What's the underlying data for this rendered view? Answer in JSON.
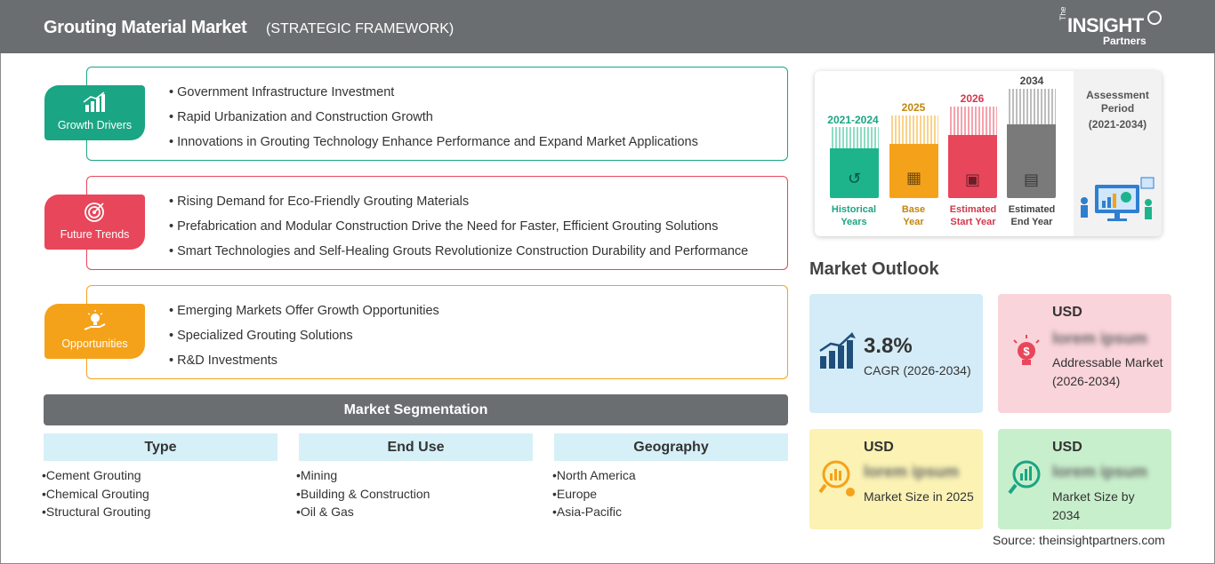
{
  "header": {
    "title": "Grouting Material Market",
    "subtitle": "(STRATEGIC FRAMEWORK)",
    "logo_the": "The",
    "logo_brand": "INSIGHT",
    "logo_partners": "Partners"
  },
  "factors": [
    {
      "label": "Growth Drivers",
      "color": "#1aa584",
      "icon": "bar-growth-icon",
      "items": [
        "Government Infrastructure Investment",
        "Rapid Urbanization and Construction Growth",
        "Innovations in Grouting Technology Enhance Performance and Expand Market Applications"
      ]
    },
    {
      "label": "Future Trends",
      "color": "#e8465a",
      "icon": "target-icon",
      "items": [
        "Rising Demand for Eco-Friendly Grouting Materials",
        "Prefabrication and Modular Construction Drive the Need for Faster, Efficient Grouting Solutions",
        "Smart Technologies and Self-Healing Grouts Revolutionize Construction Durability and Performance"
      ]
    },
    {
      "label": "Opportunities",
      "color": "#f5a21b",
      "icon": "lightbulb-hand-icon",
      "items": [
        "Emerging Markets Offer Growth Opportunities",
        "Specialized Grouting Solutions",
        "R&D Investments"
      ]
    }
  ],
  "segmentation": {
    "title": "Market Segmentation",
    "columns": [
      {
        "heading": "Type",
        "items": [
          "Cement Grouting",
          "Chemical Grouting",
          "Structural Grouting"
        ]
      },
      {
        "heading": "End Use",
        "items": [
          "Mining",
          "Building & Construction",
          "Oil & Gas"
        ]
      },
      {
        "heading": "Geography",
        "items": [
          "North America",
          "Europe",
          "Asia-Pacific"
        ]
      }
    ]
  },
  "timeline": {
    "columns": [
      {
        "year": "2021-2024",
        "caption_1": "Historical",
        "caption_2": "Years",
        "color": "#1db48c",
        "icon": "history-icon"
      },
      {
        "year": "2025",
        "caption_1": "Base",
        "caption_2": "Year",
        "color": "#f5a21b",
        "icon": "calendar-icon"
      },
      {
        "year": "2026",
        "caption_1": "Estimated",
        "caption_2": "Start Year",
        "color": "#e8465a",
        "icon": "chart-start-icon"
      },
      {
        "year": "2034",
        "caption_1": "Estimated",
        "caption_2": "End Year",
        "color": "#7a7a7a",
        "icon": "presentation-icon"
      }
    ],
    "assessment_title": "Assessment Period",
    "assessment_period": "(2021-2034)"
  },
  "outlook": {
    "title": "Market Outlook",
    "cagr": {
      "value": "3.8%",
      "label": "CAGR (2026-2034)",
      "bg": "#d4ecf7"
    },
    "addressable": {
      "usd": "USD",
      "value": "lorem ipsum",
      "desc": "Addressable Market (2026-2034)",
      "bg": "#f9d4da"
    },
    "size_2025": {
      "usd": "USD",
      "value": "lorem ipsum",
      "desc": "Market Size in 2025",
      "bg": "#fbf2b4"
    },
    "size_2034": {
      "usd": "USD",
      "value": "lorem ipsum",
      "desc": "Market Size by 2034",
      "bg": "#c8efcc"
    }
  },
  "source": "Source: theinsightpartners.com"
}
